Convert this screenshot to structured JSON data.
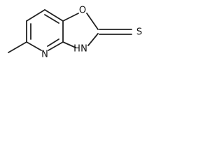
{
  "molecule": {
    "atoms": {
      "oxygen": "O",
      "nitrogen_ring": "N",
      "nitrogen_h": "H",
      "nitrogen_h_n": "N",
      "sulfur": "S"
    }
  },
  "colors": {
    "bond": "#222222",
    "label": "#111111",
    "background": "#ffffff"
  }
}
